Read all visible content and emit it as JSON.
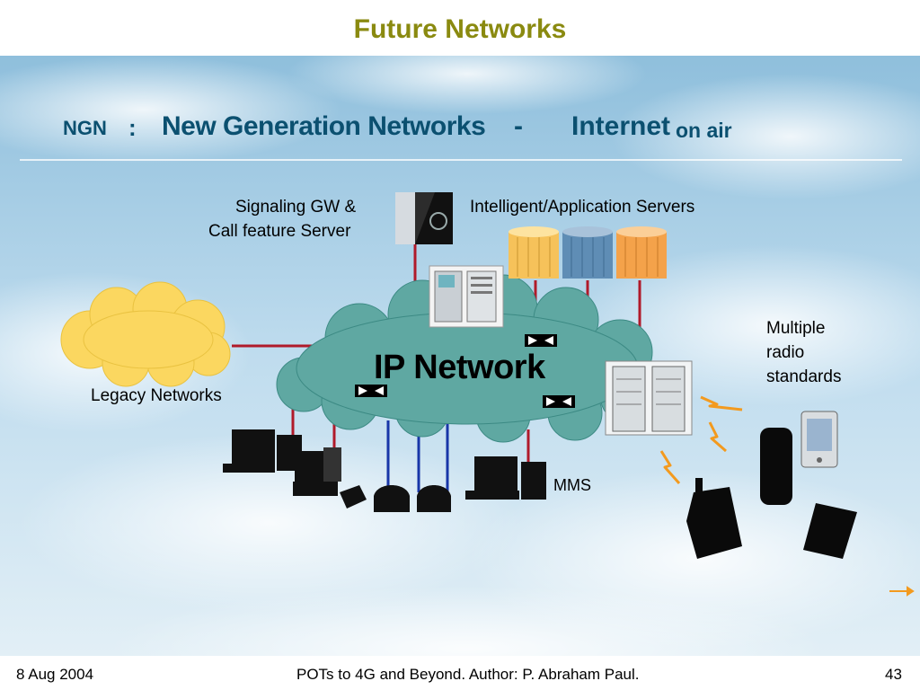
{
  "slide": {
    "title": "Future Networks",
    "header": {
      "acronym": "NGN",
      "colon": ":",
      "expansion": "New Generation Networks",
      "dash": "-",
      "internet": "Internet",
      "on_air": "on air"
    }
  },
  "diagram": {
    "nodes": {
      "signaling_gateway": {
        "label_line1": "Signaling  GW &",
        "label_line2": "Call feature Server"
      },
      "app_servers": {
        "label": "Intelligent/Application Servers",
        "colors": [
          "#f6c25a",
          "#5f8db5",
          "#f4a24a"
        ]
      },
      "ip_network": {
        "label": "IP Network",
        "color": "#5fa8a2"
      },
      "legacy_networks": {
        "label": "Legacy Networks",
        "color": "#fbd760"
      },
      "mms": {
        "label": "MMS"
      },
      "radio": {
        "label_line1": "Multiple",
        "label_line2": "radio",
        "label_line3": "standards"
      }
    },
    "link_colors": {
      "red": "#b01a2a",
      "blue": "#1836a8"
    }
  },
  "footer": {
    "date": "8 Aug 2004",
    "center": "POTs to 4G and Beyond. Author: P. Abraham Paul.",
    "page": "43"
  }
}
